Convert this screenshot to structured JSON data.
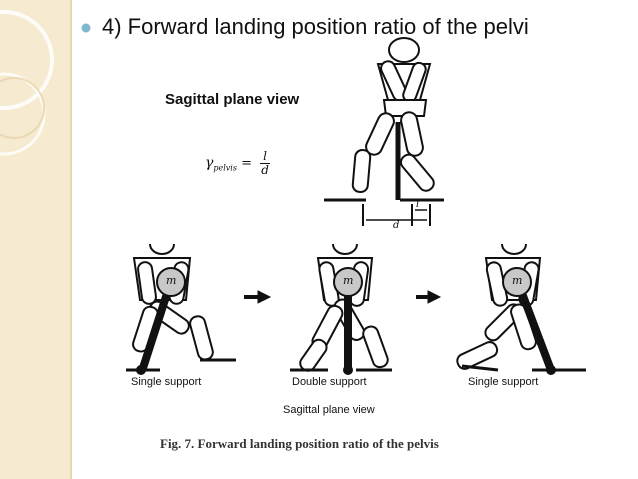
{
  "slide": {
    "bullet": "4) Forward landing position ratio of the pelvi"
  },
  "figure": {
    "top_view_title": "Sagittal plane view",
    "formula": {
      "symbol": "γ",
      "subscript": "pelvis",
      "equals": "=",
      "numerator": "l",
      "denominator": "d"
    },
    "dimension_labels": {
      "l": "l",
      "d": "d"
    },
    "mass_label": "m",
    "phases": [
      "Single support",
      "Double support",
      "Single support"
    ],
    "bottom_view_title": "Sagittal plane view",
    "caption": "Fig. 7. Forward landing position ratio of the pelvis"
  },
  "colors": {
    "band": "#f6ead1",
    "ink": "#111111",
    "mass_fill": "#c8c8c8"
  },
  "icons": [
    "bullet-icon",
    "arrow-right-icon"
  ]
}
